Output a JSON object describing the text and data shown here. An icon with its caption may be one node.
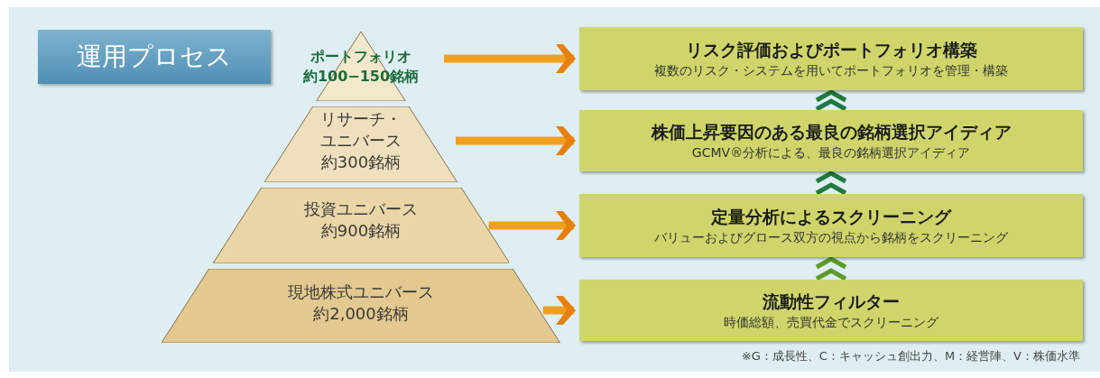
{
  "diagram": {
    "title": "運用プロセス",
    "nodes": [
      {
        "text": [
          "ポートフォリオ約100−150銘柄"
        ]
      },
      {
        "text": [
          "リサーチ・ユニバース約300銘柄"
        ]
      },
      {
        "text": [
          "投資ユニバース約900銘柄"
        ]
      },
      {
        "text": [
          "現地株式ユニバース約2,000銘柄"
        ]
      },
      {
        "text": [
          "リスク評価およびポートフォリオ構築",
          "複数のリスク・システムを用いてポートフォリオを管理・構築"
        ]
      },
      {
        "text": [
          "株価上昇要因のある最良の銘柄選択アイディア",
          "GCMV®分析による、最良の銘柄選択アイディア"
        ]
      },
      {
        "text": [
          "定量分析によるスクリーニング",
          "バリューおよびグロース双方の視点から銘柄をスクリーニング"
        ]
      },
      {
        "text": [
          "流動性フィルター",
          "時価総額、売買代金でスクリーニング"
        ]
      }
    ],
    "edges": [
      {
        "from": 0,
        "to": 4,
        "arrow": "to"
      },
      {
        "from": 1,
        "to": 5,
        "arrow": "to"
      },
      {
        "from": 2,
        "to": 6,
        "arrow": "to"
      },
      {
        "from": 3,
        "to": 7,
        "arrow": "to"
      },
      {
        "from": 5,
        "to": 4,
        "arrow": "to",
        "color": "#1f7a3c"
      },
      {
        "from": 6,
        "to": 5,
        "arrow": "to",
        "color": "#1f7a3c"
      },
      {
        "from": 7,
        "to": 6,
        "arrow": "to",
        "color": "#5c9a2a"
      }
    ],
    "labels": [
      "※G：成長性、C：キャッシュ創出力、M：経営陣、V：株価水準"
    ]
  }
}
